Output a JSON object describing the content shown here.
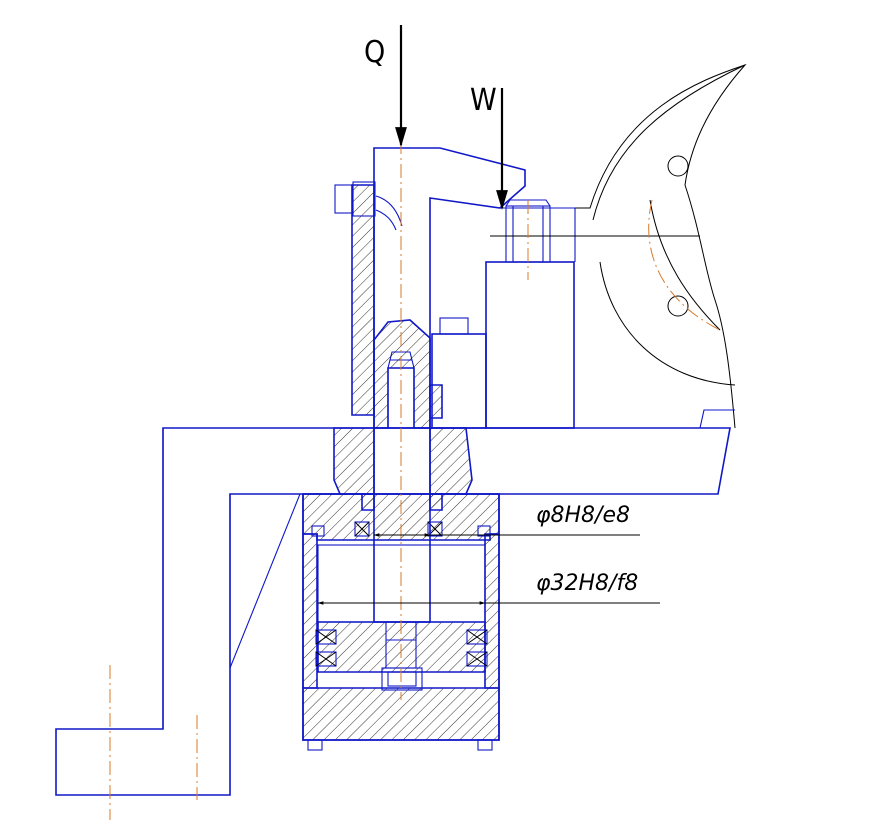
{
  "labels": {
    "load_q": "Q",
    "load_w": "W",
    "fit_small": "φ8H8/e8",
    "fit_large": "φ32H8/f8"
  },
  "colors": {
    "outline": "#1018c8",
    "dimension": "#000000",
    "axis": "#d87a2a"
  }
}
